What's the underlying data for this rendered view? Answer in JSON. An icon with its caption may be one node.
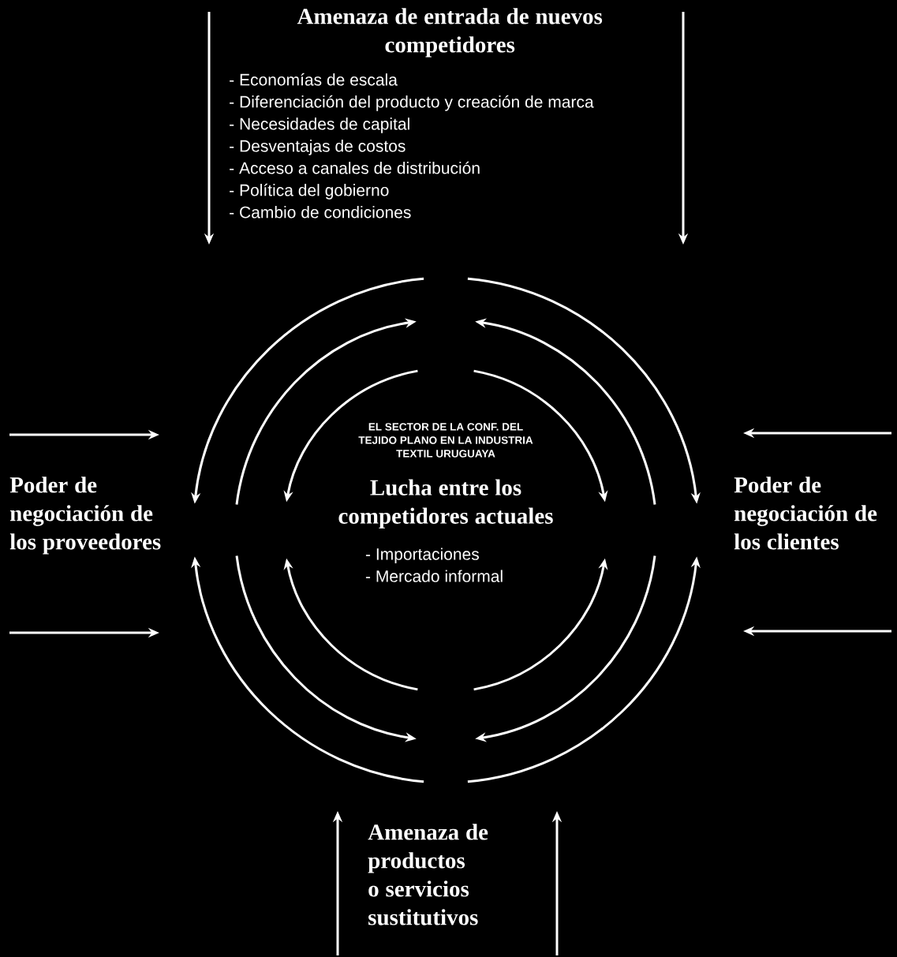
{
  "diagram": {
    "nodes": [
      {
        "text": [
          "Amenaza de entrada de nuevos competidores",
          "- Economías de escala",
          "- Diferenciación del producto y creación de marca",
          "- Necesidades de capital",
          "- Desventajas de costos",
          "- Acceso a canales de distribución",
          "- Política del gobierno",
          "- Cambio de condiciones"
        ]
      },
      {
        "text": [
          "Poder de negociación de los proveedores"
        ]
      },
      {
        "text": [
          "EL SECTOR DE LA CONF. DEL TEJIDO PLANO EN LA INDUSTRIA TEXTIL URUGUAYA",
          "Lucha entre los competidores actuales",
          "- Importaciones",
          "- Mercado informal"
        ]
      },
      {
        "text": [
          "Poder de negociación de los clientes"
        ]
      },
      {
        "text": [
          "Amenaza de productos o servicios sustitutivos"
        ]
      }
    ]
  }
}
